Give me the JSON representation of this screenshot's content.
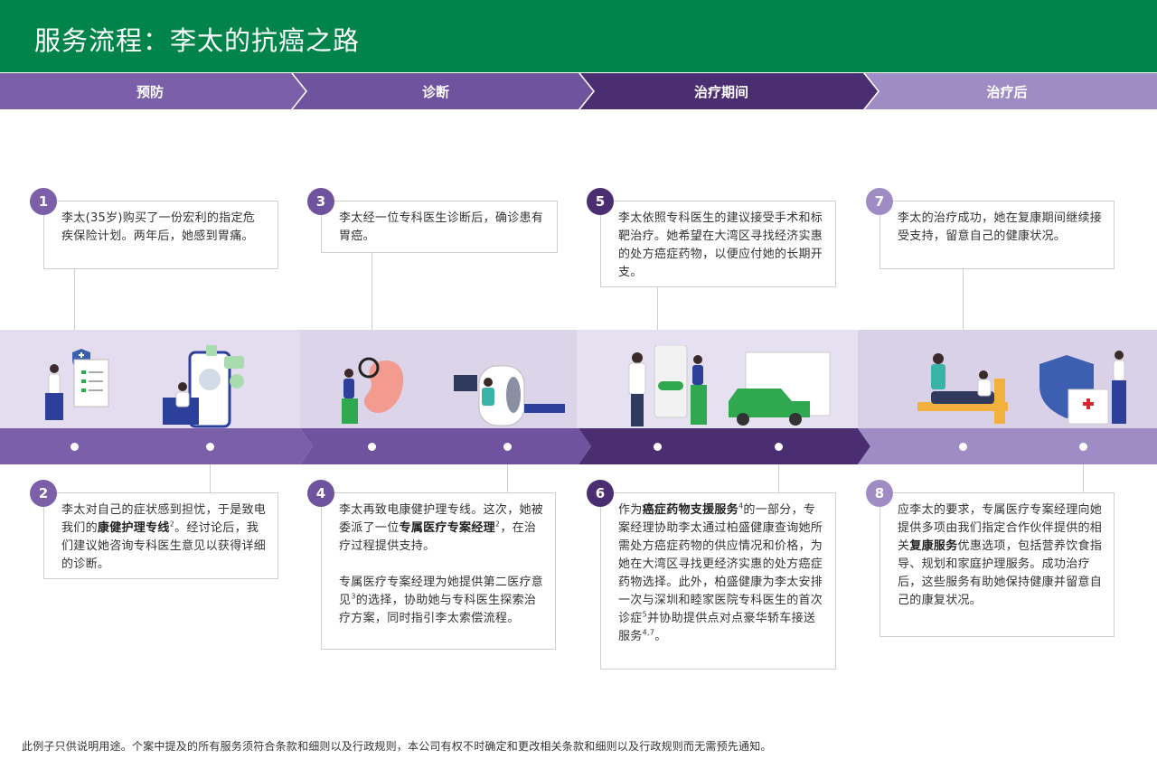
{
  "header": {
    "title": "服务流程：李太的抗癌之路"
  },
  "stages": [
    {
      "label": "预防",
      "color": "#7b5fa8"
    },
    {
      "label": "诊断",
      "color": "#7b5fa8"
    },
    {
      "label": "治疗期间",
      "color": "#4b2d72"
    },
    {
      "label": "治疗后",
      "color": "#a08cc5"
    }
  ],
  "colors": {
    "green": "#00844a",
    "purple": "#7b5fa8",
    "dark_purple": "#4b2d72",
    "light_purple": "#a08cc5",
    "band_1": "#e3ddef",
    "band_2": "#dcd5ea",
    "band_3": "#e6e1f1",
    "band_4": "#d9d1e8"
  },
  "steps": {
    "s1": {
      "num": "1",
      "text": "李太(35岁)购买了一份宏利的指定危疾保险计划。两年后，她感到胃痛。"
    },
    "s2": {
      "num": "2",
      "t1": "李太对自己的症状感到担忧，于是致电我们的",
      "b1": "康健护理专线",
      "sup1": "2",
      "t2": "。经讨论后，我们建议她咨询专科医生意见以获得详细的诊断。"
    },
    "s3": {
      "num": "3",
      "text": "李太经一位专科医生诊断后，确诊患有胃癌。"
    },
    "s4": {
      "num": "4",
      "t1": "李太再致电康健护理专线。这次，她被委派了一位",
      "b1": "专属医疗专案经理",
      "sup1": "2",
      "t2": "，在治疗过程提供支持。",
      "p2a": "专属医疗专案经理为她提供第二医疗意见",
      "sup2": "3",
      "p2b": "的选择，协助她与专科医生探索治疗方案，同时指引李太索偿流程。"
    },
    "s5": {
      "num": "5",
      "text": "李太依照专科医生的建议接受手术和标靶治疗。她希望在大湾区寻找经济实惠的处方癌症药物，以便应付她的长期开支。"
    },
    "s6": {
      "num": "6",
      "t0": "作为",
      "b1": "癌症药物支援服务",
      "sup1": "4",
      "t1": "的一部分，专案经理协助李太通过柏盛健康查询她所需处方癌症药物的供应情况和价格，为她在大湾区寻找更经济实惠的处方癌症药物选择。此外，柏盛健康为李太安排一次与深圳和睦家医院专科医生的首次诊症",
      "sup2": "5",
      "t2": "并协助提供点对点豪华轿车接送服务",
      "sup3": "4,7",
      "t3": "。"
    },
    "s7": {
      "num": "7",
      "text": "李太的治疗成功，她在复康期间继续接受支持，留意自己的健康状况。"
    },
    "s8": {
      "num": "8",
      "t1": "应李太的要求，专属医疗专案经理向她提供多项由我们指定合作伙伴提供的相关",
      "b1": "复康服务",
      "t2": "优惠选项，包括营养饮食指导、规划和家庭护理服务。成功治疗后，这些服务有助她保持健康并留意自己的康复状况。"
    }
  },
  "footer": {
    "text": "此例子只供说明用途。个案中提及的所有服务须符合条款和细则以及行政规则，本公司有权不时确定和更改相关条款和细则以及行政规则而无需预先通知。"
  }
}
